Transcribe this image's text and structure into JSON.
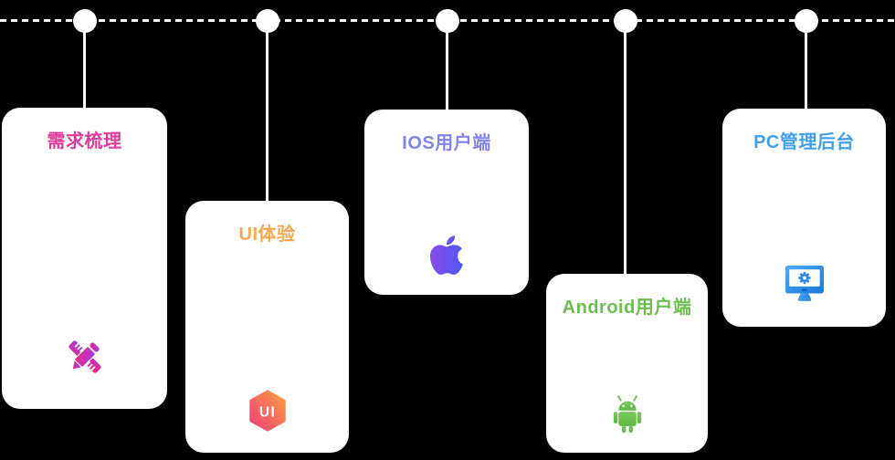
{
  "background_color": "#000000",
  "timeline": {
    "line_color": "#ffffff",
    "node_color": "#ffffff",
    "node_count": 5
  },
  "cards": [
    {
      "title": "需求梳理",
      "title_color": "#E03A9A",
      "icon": "pen-ruler-icon",
      "icon_gradient": [
        "#A03BE6",
        "#F3257C"
      ]
    },
    {
      "title": "UI体验",
      "title_color": "#F8A84E",
      "icon": "ui-hexagon-icon",
      "icon_text": "UI",
      "icon_gradient": [
        "#F23F76",
        "#F99D43"
      ]
    },
    {
      "title": "IOS用户端",
      "title_color": "#8184EC",
      "icon": "apple-icon",
      "icon_gradient": [
        "#8A4BEA",
        "#4B58F2"
      ]
    },
    {
      "title": "Android用户端",
      "title_color": "#6CBE4F",
      "icon": "android-icon",
      "icon_gradient": [
        "#79CA5D",
        "#5FB845"
      ]
    },
    {
      "title": "PC管理后台",
      "title_color": "#41A0ED",
      "icon": "monitor-gear-icon",
      "icon_gradient": [
        "#4FAAF5",
        "#1A78DC"
      ]
    }
  ]
}
